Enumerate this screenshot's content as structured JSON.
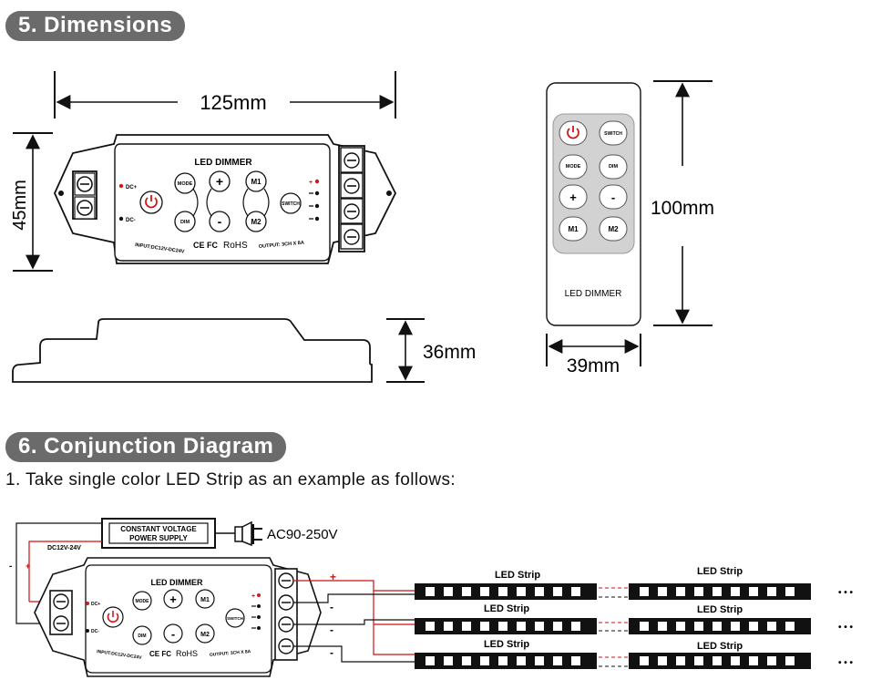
{
  "sections": {
    "dimensions_title": "5. Dimensions",
    "conjunction_title": "6. Conjunction Diagram",
    "conjunction_caption": "1. Take single color LED Strip as an example as follows:"
  },
  "dimensions": {
    "width": "125mm",
    "height": "45mm",
    "depth": "36mm",
    "remote_height": "100mm",
    "remote_width": "39mm"
  },
  "dimmer": {
    "title": "LED DIMMER",
    "dc_plus": "DC+",
    "dc_minus": "DC-",
    "mode": "MODE",
    "dim": "DIM",
    "m1": "M1",
    "m2": "M2",
    "switch": "SWITCH",
    "plus": "+",
    "minus": "-",
    "input": "INPUT:DC12V-DC24V",
    "rohs": "RoHS",
    "ce_fc": "CE FC",
    "output": "OUTPUT: 3CH X 8A",
    "out_plus": "+"
  },
  "remote": {
    "title": "LED DIMMER",
    "switch": "SWITCH",
    "mode": "MODE",
    "dim": "DIM",
    "plus": "+",
    "minus": "-",
    "m1": "M1",
    "m2": "M2"
  },
  "wiring": {
    "power_supply_line1": "CONSTANT VOLTAGE",
    "power_supply_line2": "POWER SUPPLY",
    "ac_input": "AC90-250V",
    "dc_label": "DC12V-24V",
    "minus": "-",
    "plus": "+",
    "strip_label": "LED Strip",
    "ellipsis": "• • •",
    "strip_labels": [
      "LED Strip",
      "LED Strip",
      "LED Strip",
      "LED Strip",
      "LED Strip",
      "LED Strip"
    ]
  },
  "colors": {
    "pill": "#6b6b6b",
    "positive_wire": "#cc1111",
    "negative_wire": "#111111",
    "power_icon": "#d01818"
  }
}
